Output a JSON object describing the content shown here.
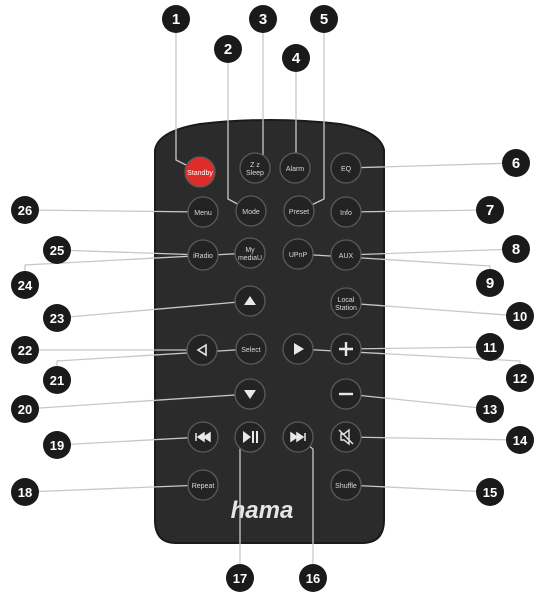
{
  "remote": {
    "brand": "hama",
    "buttons": [
      {
        "id": "standby",
        "label": "Standby"
      },
      {
        "id": "sleep",
        "label": "Z z\nSleep"
      },
      {
        "id": "alarm",
        "label": "Alarm"
      },
      {
        "id": "eq",
        "label": "EQ"
      },
      {
        "id": "menu",
        "label": "Menu"
      },
      {
        "id": "mode",
        "label": "Mode"
      },
      {
        "id": "preset",
        "label": "Preset"
      },
      {
        "id": "info",
        "label": "Info"
      },
      {
        "id": "iradio",
        "label": "iRadio"
      },
      {
        "id": "mymedia",
        "label": "My\nmediaU"
      },
      {
        "id": "upnp",
        "label": "UPnP"
      },
      {
        "id": "aux",
        "label": "AUX"
      },
      {
        "id": "up",
        "icon": "up-arrow-icon"
      },
      {
        "id": "localstation",
        "label": "Local\nStation"
      },
      {
        "id": "left",
        "icon": "left-arrow-icon"
      },
      {
        "id": "select",
        "label": "Select"
      },
      {
        "id": "play",
        "icon": "play-icon"
      },
      {
        "id": "plus",
        "icon": "plus-icon"
      },
      {
        "id": "down",
        "icon": "down-arrow-icon"
      },
      {
        "id": "minus",
        "icon": "minus-icon"
      },
      {
        "id": "prev",
        "icon": "previous-track-icon"
      },
      {
        "id": "playpause",
        "icon": "play-pause-icon"
      },
      {
        "id": "next",
        "icon": "next-track-icon"
      },
      {
        "id": "mute",
        "icon": "mute-icon"
      },
      {
        "id": "repeat",
        "label": "Repeat"
      },
      {
        "id": "shuffle",
        "label": "Shuffle"
      }
    ]
  },
  "callouts": [
    {
      "num": "1",
      "button": "standby"
    },
    {
      "num": "2",
      "button": "mode"
    },
    {
      "num": "3",
      "button": "sleep"
    },
    {
      "num": "4",
      "button": "alarm"
    },
    {
      "num": "5",
      "button": "preset"
    },
    {
      "num": "6",
      "button": "eq"
    },
    {
      "num": "7",
      "button": "info"
    },
    {
      "num": "8",
      "button": "aux"
    },
    {
      "num": "9",
      "button": "upnp"
    },
    {
      "num": "10",
      "button": "localstation"
    },
    {
      "num": "11",
      "button": "plus"
    },
    {
      "num": "12",
      "button": "play"
    },
    {
      "num": "13",
      "button": "minus"
    },
    {
      "num": "14",
      "button": "mute"
    },
    {
      "num": "15",
      "button": "shuffle"
    },
    {
      "num": "16",
      "button": "next"
    },
    {
      "num": "17",
      "button": "playpause"
    },
    {
      "num": "18",
      "button": "repeat"
    },
    {
      "num": "19",
      "button": "prev"
    },
    {
      "num": "20",
      "button": "down"
    },
    {
      "num": "21",
      "button": "select"
    },
    {
      "num": "22",
      "button": "left"
    },
    {
      "num": "23",
      "button": "up"
    },
    {
      "num": "24",
      "button": "mymedia"
    },
    {
      "num": "25",
      "button": "iradio"
    },
    {
      "num": "26",
      "button": "menu"
    }
  ],
  "colors": {
    "body": "#2b2b2b",
    "body_edge": "#1a1a1a",
    "button": "#232323",
    "button_ring": "#5a5a5a",
    "standby": "#e02b2b",
    "badge": "#1a1a1a",
    "badge_text": "#ffffff",
    "button_text": "#d8d8d8"
  }
}
